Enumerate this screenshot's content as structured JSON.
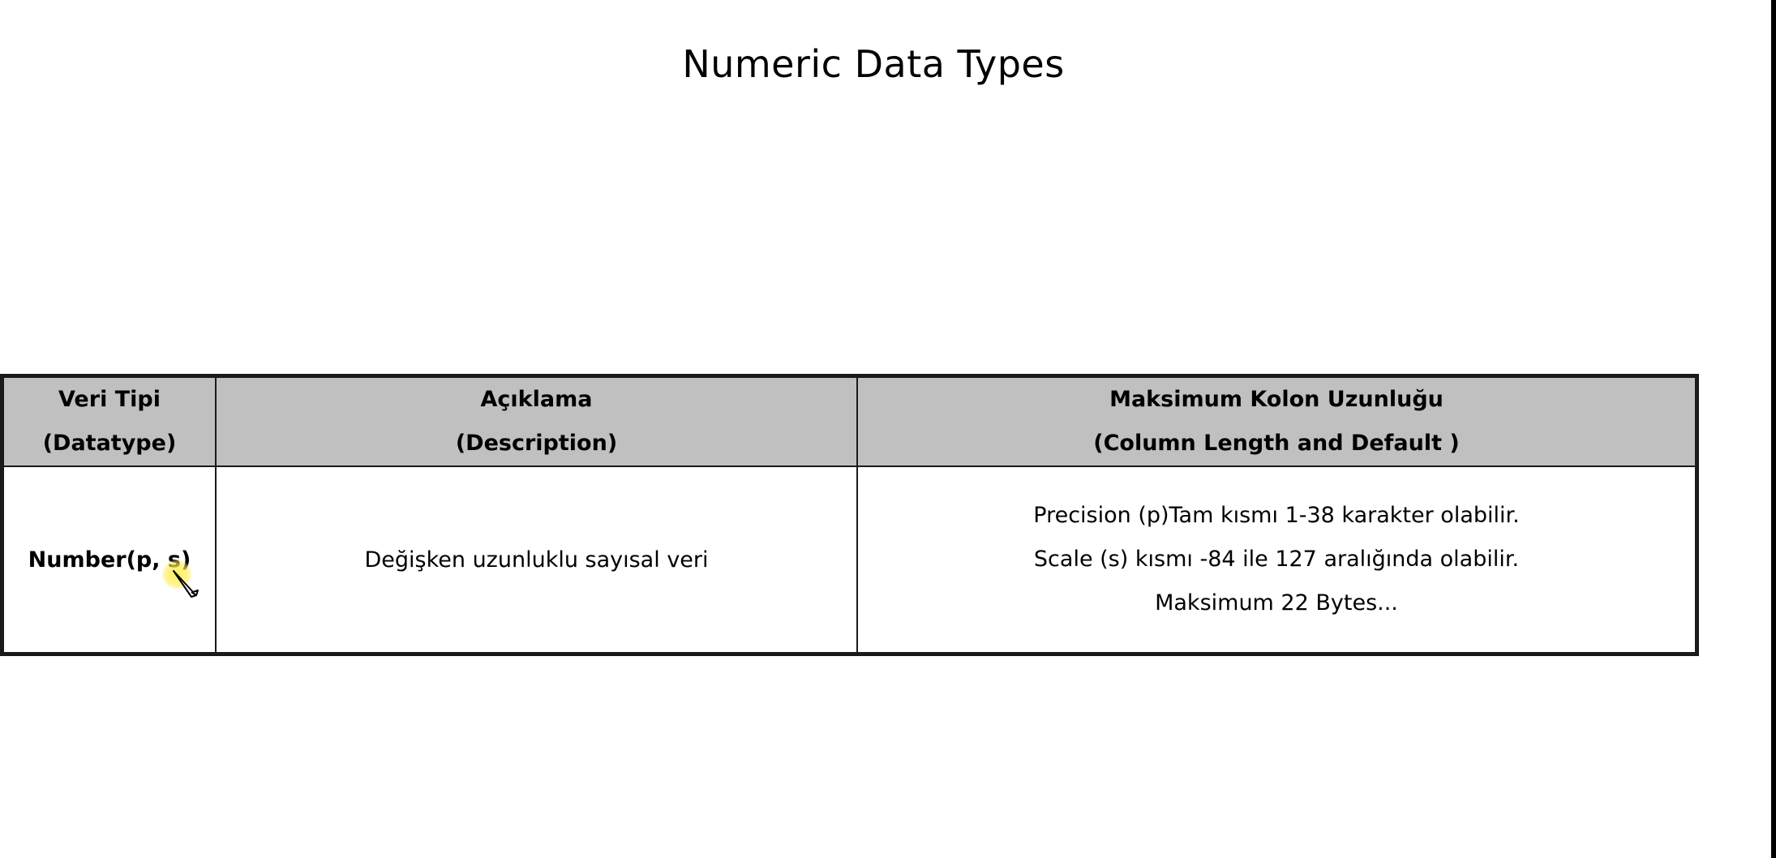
{
  "title": "Numeric Data Types",
  "table": {
    "headers": [
      {
        "line1": "Veri Tipi",
        "line2": "(Datatype)"
      },
      {
        "line1": "Açıklama",
        "line2": "(Description)"
      },
      {
        "line1": "Maksimum Kolon Uzunluğu",
        "line2": "(Column Length and Default )"
      }
    ],
    "rows": [
      {
        "datatype": "Number(p, s)",
        "description": "Değişken uzunluklu sayısal veri",
        "max_length_lines": [
          "Precision (p)Tam kısmı 1-38 karakter olabilir.",
          "Scale (s) kısmı -84 ile 127 aralığında olabilir.",
          "Maksimum 22 Bytes..."
        ]
      }
    ]
  },
  "cursor": {
    "icon": "pen-cursor-icon",
    "highlight_color": "#ffec50"
  }
}
